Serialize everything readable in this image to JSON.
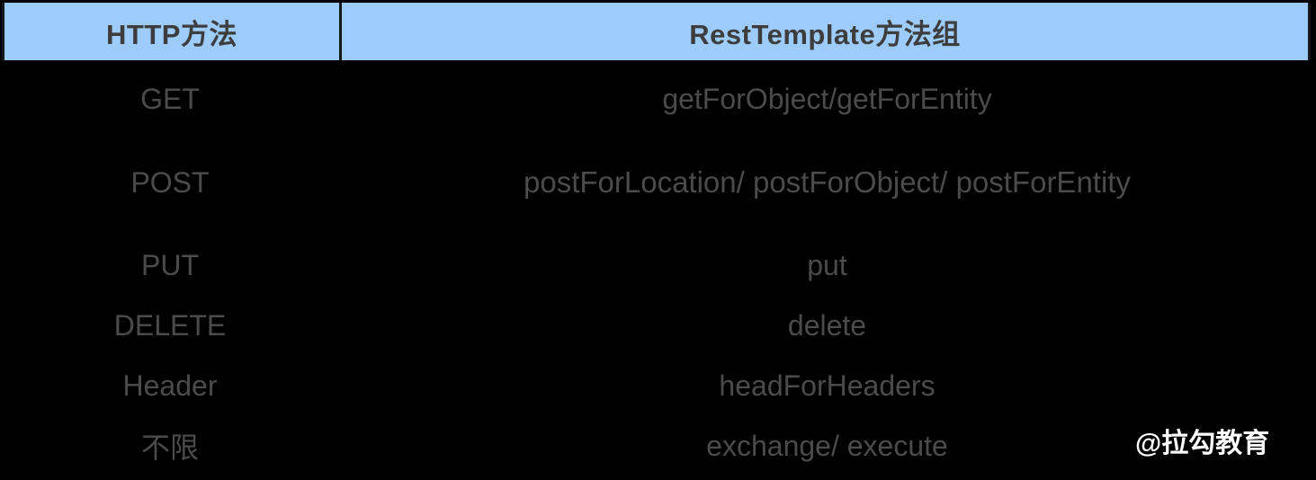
{
  "table": {
    "header": {
      "method_column": "HTTP方法",
      "api_column": "RestTemplate方法组"
    },
    "header_background": "#9dccfb",
    "header_text_color": "#3d3d3d",
    "body_text_color": "#4b4b4b",
    "background_color": "#000000",
    "rows": [
      {
        "method": "GET",
        "api": "getForObject/getForEntity"
      },
      {
        "method": "POST",
        "api": "postForLocation/ postForObject/ postForEntity"
      },
      {
        "method": "PUT",
        "api": "put"
      },
      {
        "method": "DELETE",
        "api": "delete"
      },
      {
        "method": "Header",
        "api": "headForHeaders"
      },
      {
        "method": "不限",
        "api": "exchange/ execute"
      }
    ]
  },
  "watermark": {
    "text": "@拉勾教育",
    "color": "#ffffff"
  }
}
